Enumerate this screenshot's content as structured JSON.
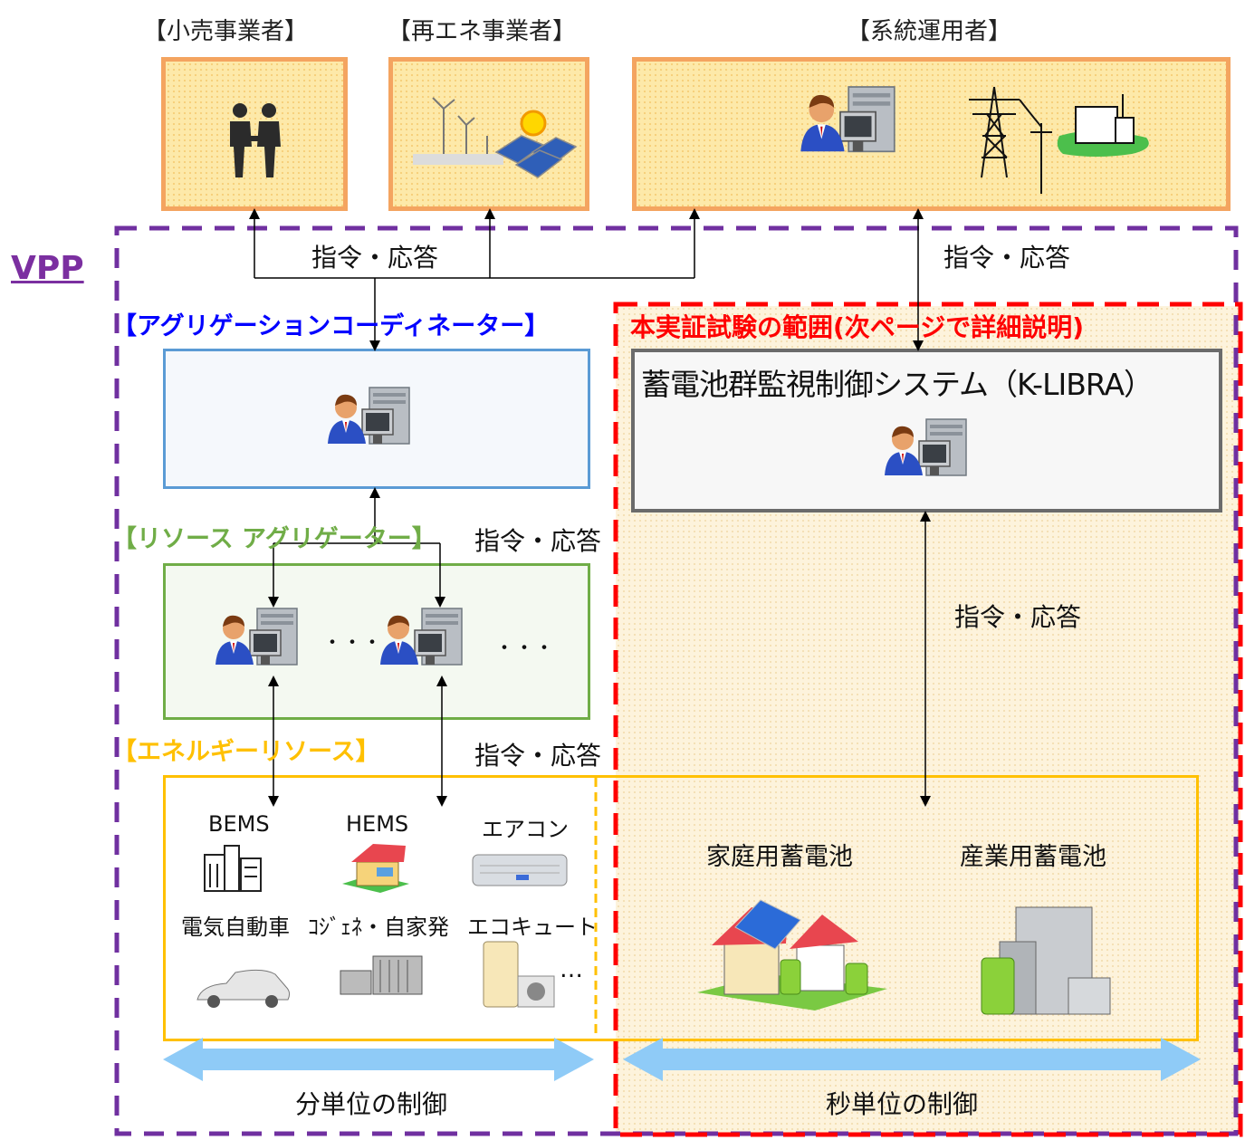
{
  "headers": {
    "retailer": "【小売事業者】",
    "renewable": "【再エネ事業者】",
    "grid_operator": "【系統運用者】"
  },
  "vpp_label": "VPP",
  "command_response": "指令・応答",
  "aggregation_coordinator": "【アグリゲーションコーディネーター】",
  "resource_aggregator": "【リソース アグリゲーター】",
  "energy_resources": "【エネルギーリソース】",
  "scope": {
    "title": "本実証試験の範囲(次ページで詳細説明)",
    "system_name": "蓄電池群監視制御システム（K-LIBRA）"
  },
  "ellipsis_short": "・・・",
  "resources": {
    "bems": "BEMS",
    "hems": "HEMS",
    "aircon": "エアコン",
    "ev": "電気自動車",
    "cogen": "ｺｼﾞｪﾈ・自家発",
    "ecocute": "エコキュート",
    "more": "…",
    "home_battery": "家庭用蓄電池",
    "industrial_battery": "産業用蓄電池"
  },
  "control": {
    "minute": "分単位の制御",
    "second": "秒単位の制御"
  },
  "colors": {
    "vpp_border": "#7030a0",
    "scope_border": "#ff0000",
    "coordinator_border": "#5b9bd5",
    "aggregator_border": "#70ad47",
    "resource_border": "#ffc000",
    "top_box_border": "#f4a460",
    "coordinator_text": "#0000ff",
    "aggregator_text": "#70ad47",
    "resource_text": "#ffc000",
    "arrow_fill": "#8fcbf7"
  }
}
